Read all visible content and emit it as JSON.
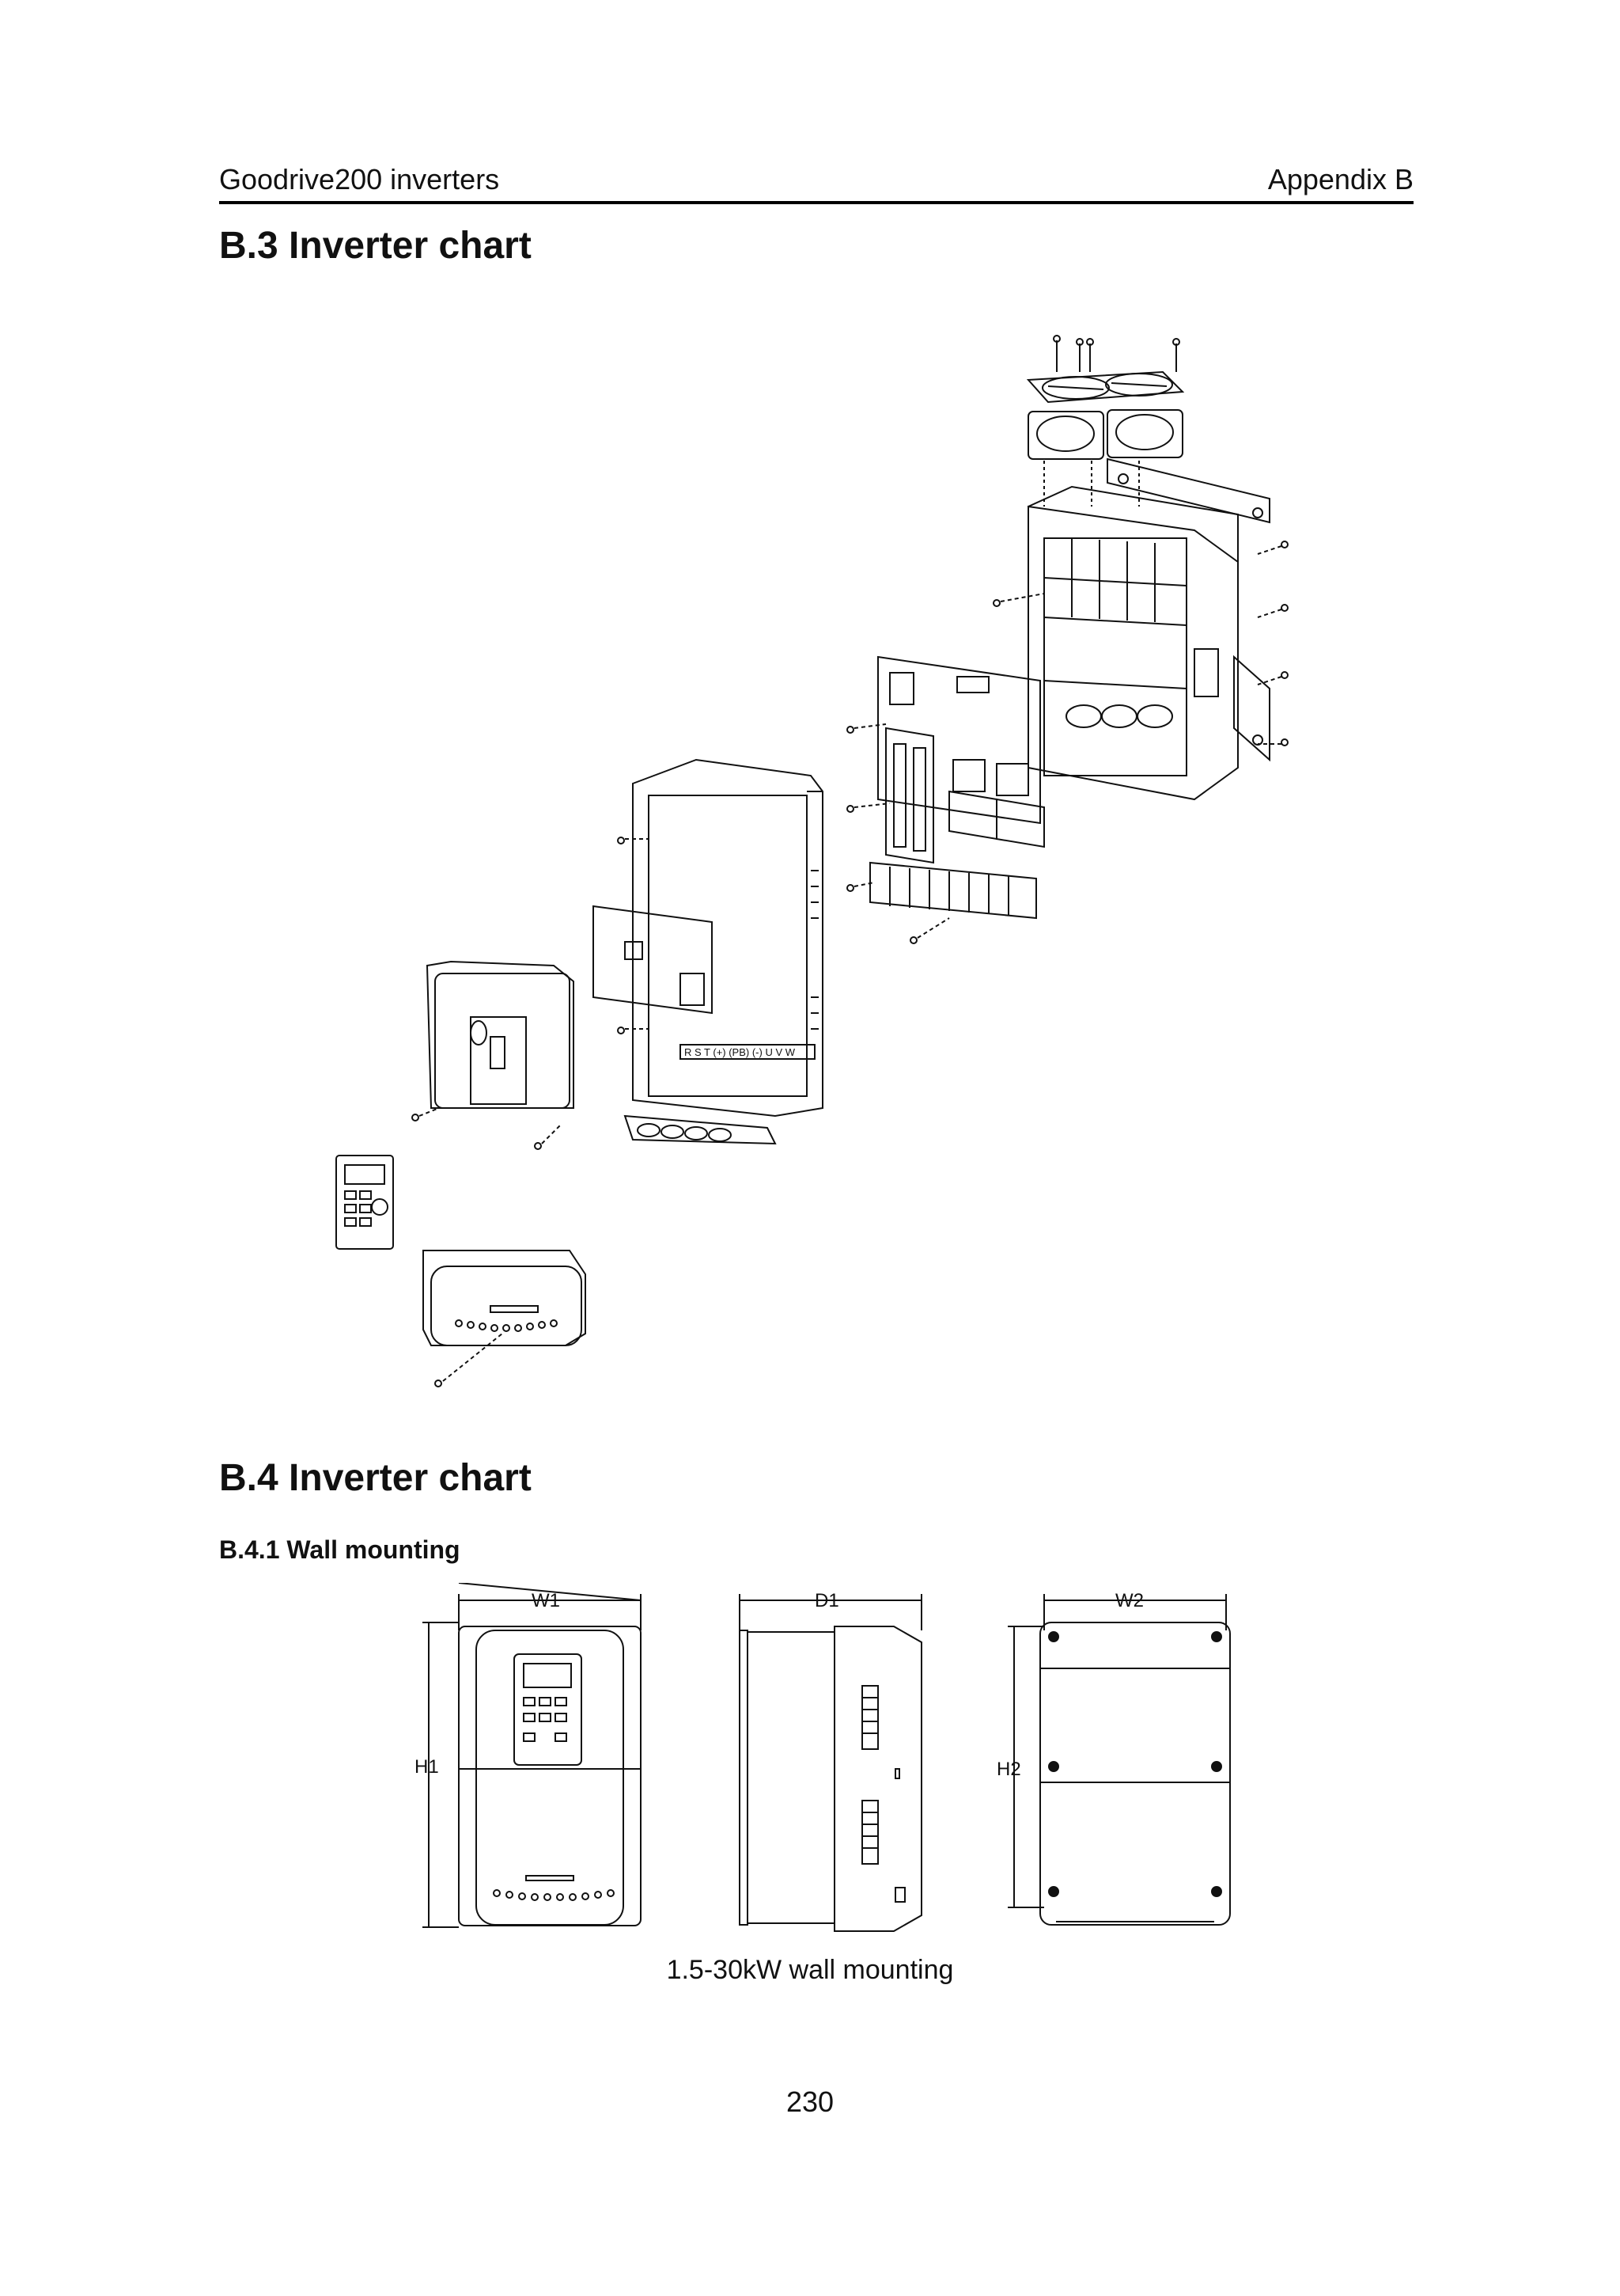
{
  "header": {
    "left": "Goodrive200 inverters",
    "right": "Appendix B"
  },
  "section_b3": {
    "title": "B.3 Inverter chart"
  },
  "section_b4": {
    "title": "B.4 Inverter chart",
    "subtitle": "B.4.1 Wall mounting"
  },
  "drawing": {
    "terminal_strip": "R S T (+) (PB) (-) U V W",
    "dimensions": {
      "w1": "W1",
      "d1": "D1",
      "w2": "W2",
      "h1": "H1",
      "h2": "H2"
    }
  },
  "caption": "1.5-30kW wall mounting",
  "page_number": "230"
}
